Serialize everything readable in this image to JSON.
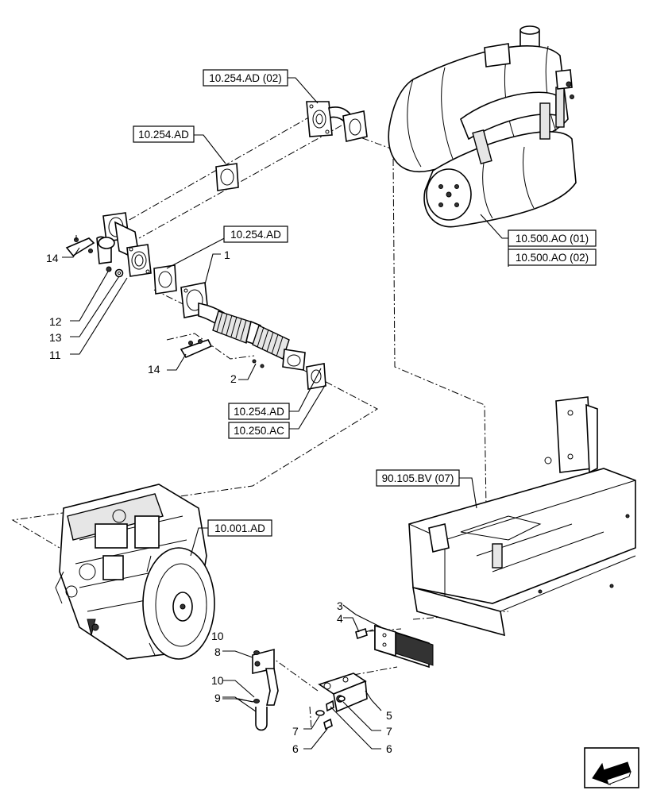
{
  "refs": {
    "r1": "10.254.AD (02)",
    "r2": "10.254.AD",
    "r3": "10.254.AD",
    "r4": "10.500.AO (01)",
    "r5": "10.500.AO (02)",
    "r6": "10.254.AD",
    "r7": "10.250.AC",
    "r8": "90.105.BV (07)",
    "r9": "10.001.AD"
  },
  "callouts": {
    "c1": "1",
    "c2": "2",
    "c3": "3",
    "c4": "4",
    "c5": "5",
    "c6a": "6",
    "c6b": "6",
    "c7a": "7",
    "c7b": "7",
    "c8": "8",
    "c9": "9",
    "c10a": "10",
    "c10b": "10",
    "c11": "11",
    "c12": "12",
    "c13": "13",
    "c14a": "14",
    "c14b": "14"
  },
  "icons": {
    "nav": "next-page-arrow-icon"
  }
}
